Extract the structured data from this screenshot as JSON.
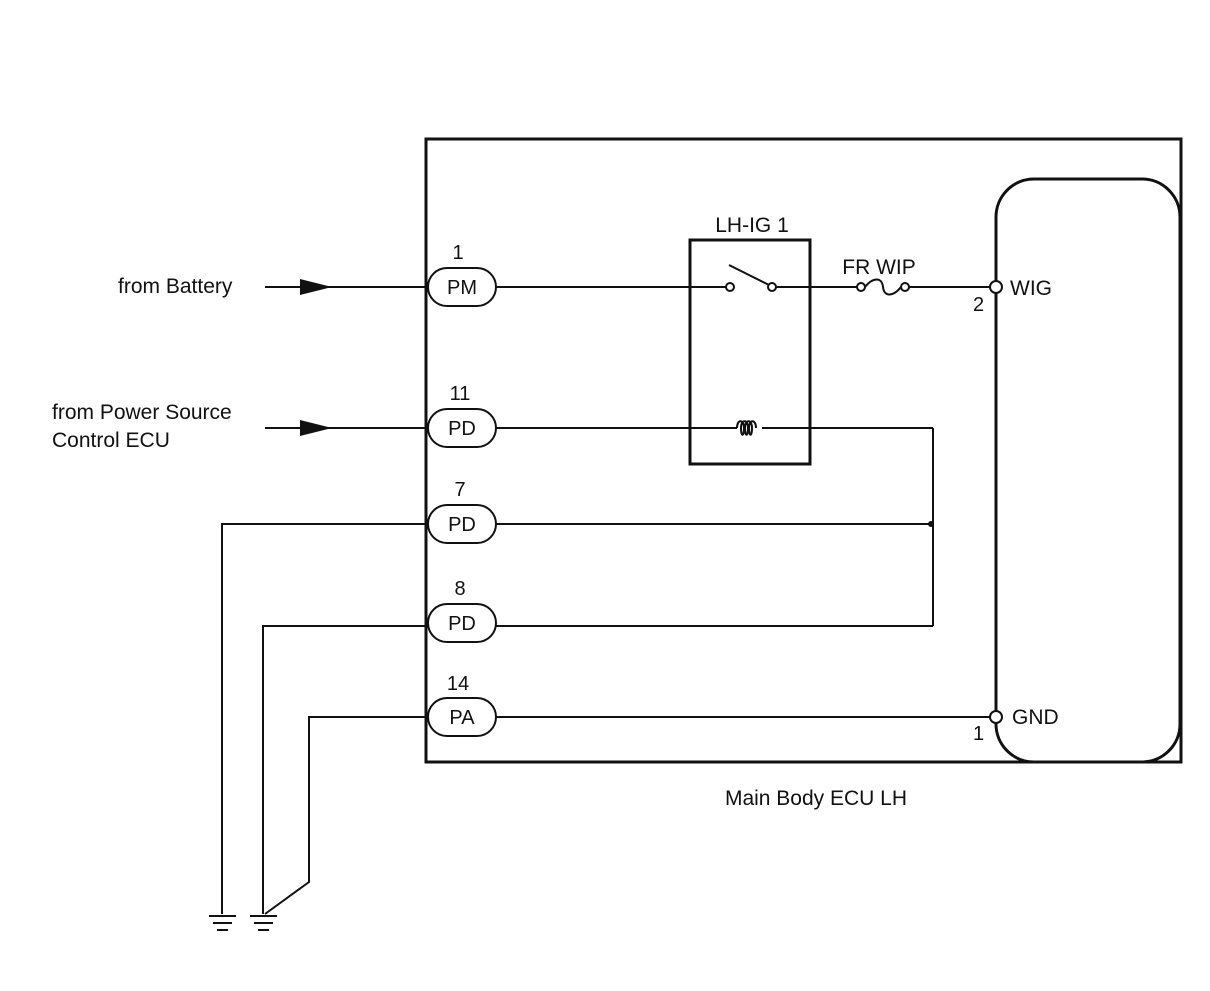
{
  "diagram": {
    "ecu_label": "Main Body ECU LH",
    "relay_label": "LH-IG 1",
    "fuse_label": "FR WIP",
    "inputs": {
      "battery": "from Battery",
      "power_source_line1": "from Power Source",
      "power_source_line2": "Control ECU"
    },
    "pins": [
      {
        "number": "1",
        "name": "PM"
      },
      {
        "number": "11",
        "name": "PD"
      },
      {
        "number": "7",
        "name": "PD"
      },
      {
        "number": "8",
        "name": "PD"
      },
      {
        "number": "14",
        "name": "PA"
      }
    ],
    "inner_terminals": [
      {
        "number": "2",
        "name": "WIG"
      },
      {
        "number": "1",
        "name": "GND"
      }
    ]
  }
}
